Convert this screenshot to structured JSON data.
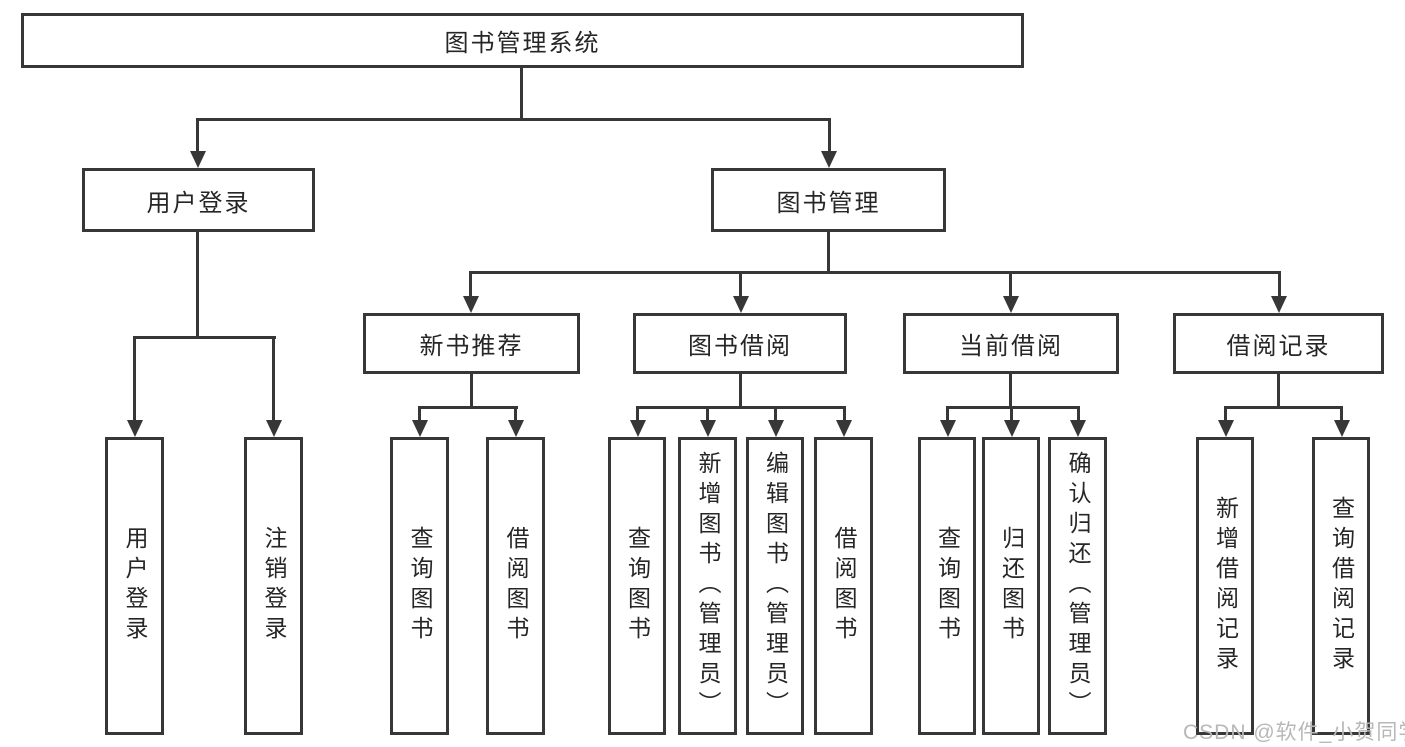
{
  "diagram_title": "图书管理系统",
  "tree": {
    "root": {
      "label": "图书管理系统"
    },
    "branches": [
      {
        "label": "用户登录",
        "children": [
          {
            "label": "用户登录"
          },
          {
            "label": "注销登录"
          }
        ]
      },
      {
        "label": "图书管理",
        "children": [
          {
            "label": "新书推荐",
            "children": [
              {
                "label": "查询图书"
              },
              {
                "label": "借阅图书"
              }
            ]
          },
          {
            "label": "图书借阅",
            "children": [
              {
                "label": "查询图书"
              },
              {
                "label": "新增图书（管理员）"
              },
              {
                "label": "编辑图书（管理员）"
              },
              {
                "label": "借阅图书"
              }
            ]
          },
          {
            "label": "当前借阅",
            "children": [
              {
                "label": "查询图书"
              },
              {
                "label": "归还图书"
              },
              {
                "label": "确认归还（管理员）"
              }
            ]
          },
          {
            "label": "借阅记录",
            "children": [
              {
                "label": "新增借阅记录"
              },
              {
                "label": "查询借阅记录"
              }
            ]
          }
        ]
      }
    ]
  },
  "watermark": "CSDN @软件_小贺同学",
  "colors": {
    "line": "#373737",
    "text": "#262626",
    "watermark": "#b8b8b8",
    "background": "#ffffff"
  }
}
